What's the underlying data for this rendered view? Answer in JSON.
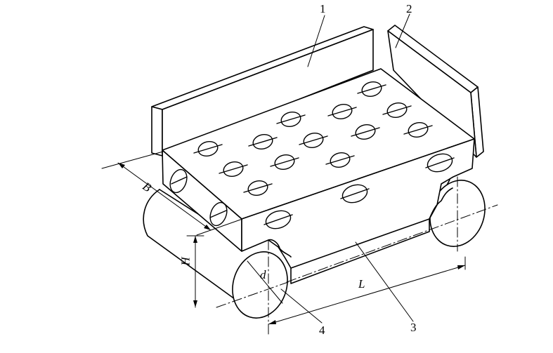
{
  "callouts": {
    "part_1": "1",
    "part_2": "2",
    "part_3": "3",
    "part_4": "4"
  },
  "dimensions": {
    "width": "B",
    "height": "H",
    "length": "L",
    "diameter": "d"
  },
  "colors": {
    "stroke": "#000000",
    "background": "#ffffff"
  }
}
